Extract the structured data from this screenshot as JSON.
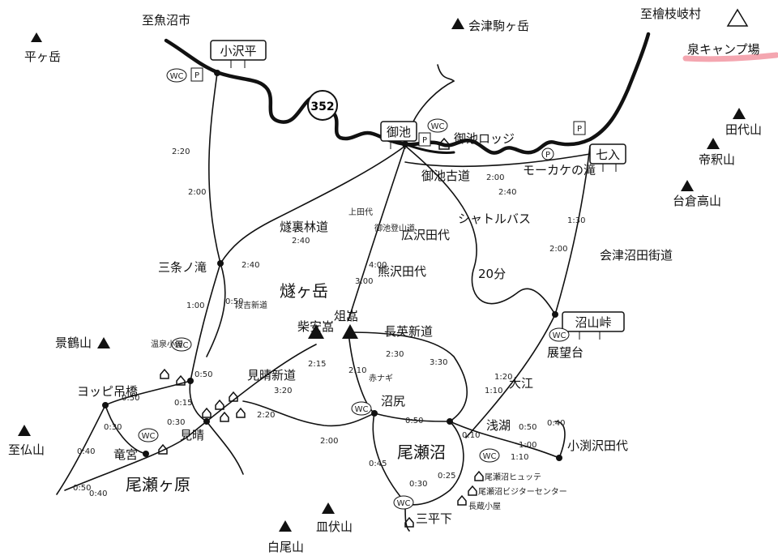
{
  "directions": {
    "to_uonuma": "至魚沼市",
    "to_hinoemata": "至檜枝岐村"
  },
  "highlight": {
    "campsite": "泉キャンプ場",
    "color": "#f4a6b0"
  },
  "route_number": "352",
  "boxed_labels": {
    "ozawadaira": "小沢平",
    "miike": "御池",
    "nanairi": "七入",
    "numayamatoge": "沼山峠"
  },
  "mountains": {
    "hiragatake": "平ヶ岳",
    "aizukomagatake": "会津駒ヶ岳",
    "tashirosan": "田代山",
    "taishakusan": "帝釈山",
    "daikurasan": "台倉高山",
    "keizurusan": "景鶴山",
    "shibutsusan": "至仏山",
    "hiuchigatake": "燧ヶ岳",
    "shibayasugura": "柴安嵓",
    "managura": "俎嵓",
    "shiozawa": "白尾山",
    "chibusan": "皿伏山"
  },
  "places": {
    "sanjonotaki": "三条ノ滝",
    "onsengoya": "温泉小屋",
    "yoppitsuribashi": "ヨッピ吊橋",
    "ryugu": "竜宮",
    "miharashi": "見晴",
    "ozegahara": "尾瀬ヶ原",
    "ozenuma": "尾瀬沼",
    "numajiri": "沼尻",
    "sanpeishita": "三平下",
    "tenbodai": "展望台",
    "kobuchizawatashiro": "小渕沢田代",
    "kumazawatashiro": "熊沢田代",
    "hirosawatashiro": "広沢田代",
    "moukenotaki": "モーカケの滝",
    "miike_lodge": "御池ロッジ",
    "ozenuma_hutte": "尾瀬沼ヒュッテ",
    "ozenuma_visitor": "尾瀬沼ビジターセンター",
    "chozo_goya": "長蔵小屋"
  },
  "trails": {
    "hiuchi_urarindo": "燧裏林道",
    "miike_kodo": "御池古道",
    "shuttle_bus": "シャトルバス",
    "shuttle_time": "20分",
    "aizu_numata_kaido": "会津沼田街道",
    "miharashi_shindo": "見晴新道",
    "choei_shindo": "長英新道",
    "dandaikoshindo": "段吉新道",
    "miike_tozando": "御池登山道",
    "kamitashiro": "上田代",
    "akanagi": "赤ナギ",
    "okue": "大江",
    "asagaomichi": "浅湖"
  },
  "amenities": {
    "wc": "WC",
    "parking": "P"
  },
  "times": {
    "t_ozawa": "2:20",
    "t_ozawa_up": "2:00",
    "t_ura_1": "2:40",
    "t_ura_2": "2:40",
    "t_sanjo": "1:00",
    "t_dandai": "0:50",
    "t_kodo": "2:00",
    "t_kodo_r": "2:40",
    "t_miike_up": "3:00",
    "t_miike_dn": "4:00",
    "t_numa_up": "2:00",
    "t_numa_dn": "1:30",
    "t_yoppi": "0:50",
    "t_yoppi2": "0:15",
    "t_ryugu": "0:30",
    "t_mi_ryu": "0:30",
    "t_genryu": "0:50",
    "t_gen2": "0:40",
    "t_miharashi_up": "3:20",
    "t_miharashi_dn": "2:15",
    "t_choei_1": "2:30",
    "t_choei_2": "3:30",
    "t_akanagi_up": "2:10",
    "t_akanagi_dn": "",
    "t_shiozawa": "2:20",
    "t_nume": "2:00",
    "t_numajiri": "0:50",
    "t_numajiri_dn": "0:10",
    "t_sanpei1": "0:45",
    "t_sanpei2": "0:30",
    "t_sanpei3": "0:25",
    "t_okue1": "1:20",
    "t_okue2": "1:10",
    "t_kobuchi1": "0:50",
    "t_kobuchi2": "0:40",
    "t_kobuchi3": "1:00",
    "t_kobuchi4": "1:10",
    "t_ozegahara_l": "0:50",
    "t_ozegahara_b": "0:40"
  }
}
